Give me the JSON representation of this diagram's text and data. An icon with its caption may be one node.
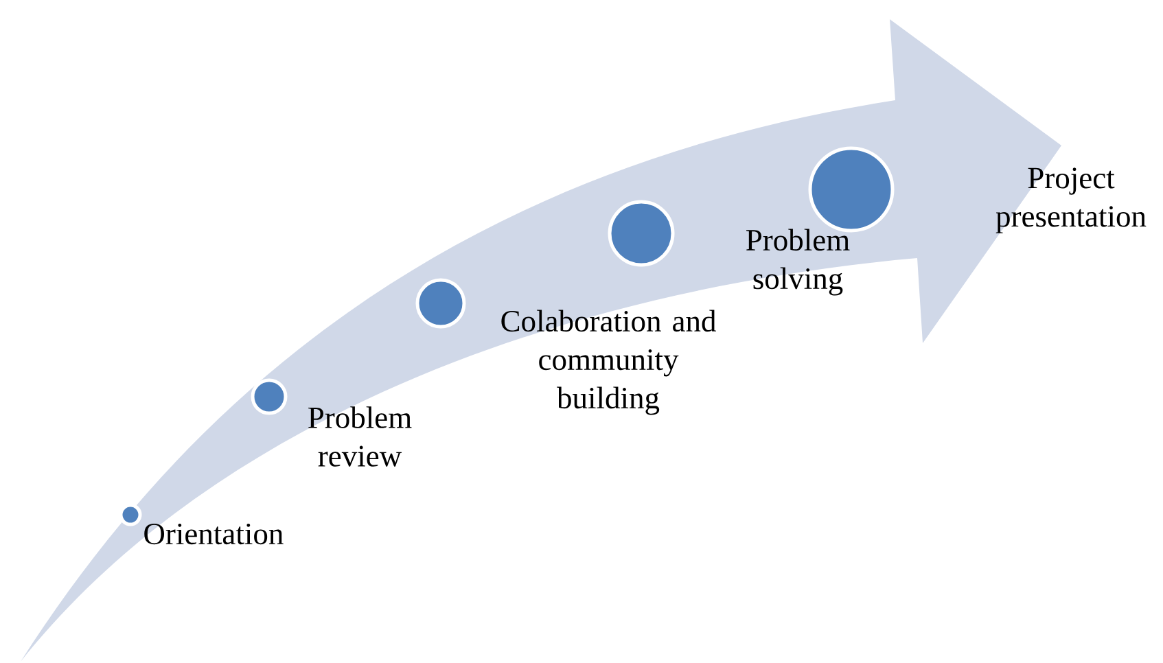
{
  "diagram": {
    "nodes": [
      {
        "text": [],
        "shape": "circle"
      },
      {
        "text": [],
        "shape": "circle"
      },
      {
        "text": [],
        "shape": "circle"
      },
      {
        "text": [],
        "shape": "circle"
      },
      {
        "text": [],
        "shape": "circle"
      }
    ],
    "labels": [
      "Orientation",
      "Problem review",
      "Colaboration and community building",
      "Problem solving",
      "Project presentation"
    ]
  }
}
